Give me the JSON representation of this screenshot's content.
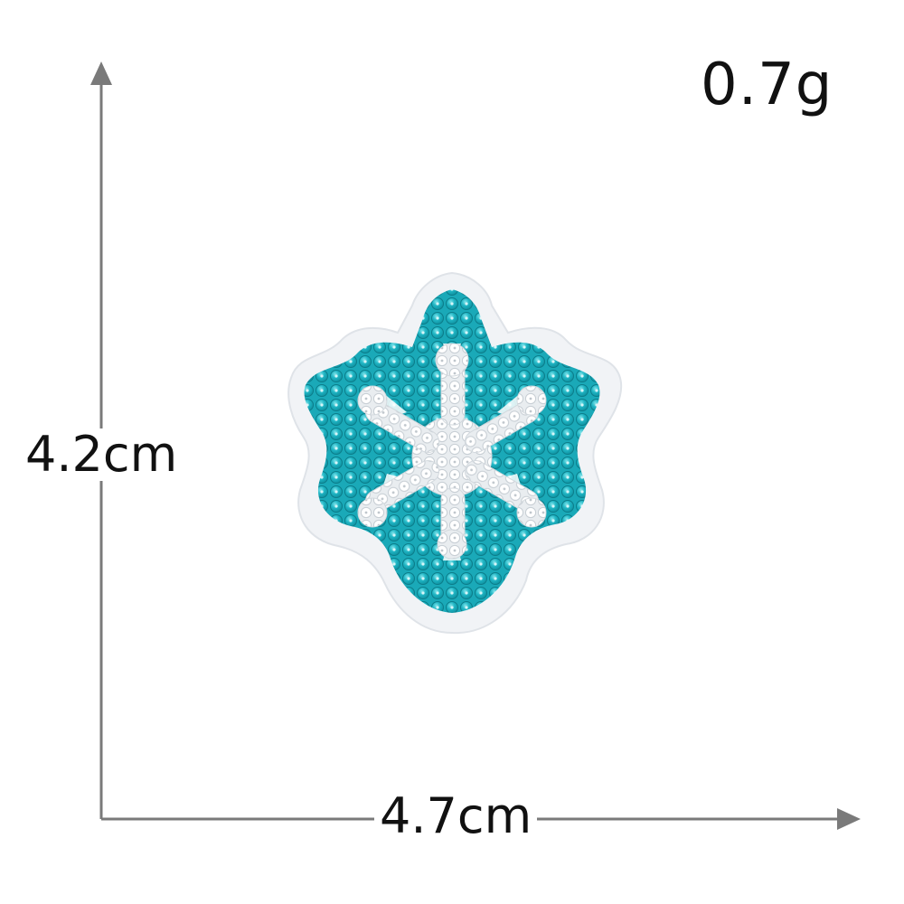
{
  "dimensions": {
    "weight": "0.7g",
    "height": "4.2cm",
    "width": "4.7cm"
  },
  "product": {
    "icon": "snowflake-sequin-patch",
    "colors": {
      "sequin_primary": "#1fb5c4",
      "sequin_dark": "#0e8e9d",
      "sequin_highlight": "#7fe3ea",
      "felt_backing": "#f1f3f6",
      "center_sequins": "#ffffff",
      "arrow_gray": "#7a7a7a"
    }
  }
}
